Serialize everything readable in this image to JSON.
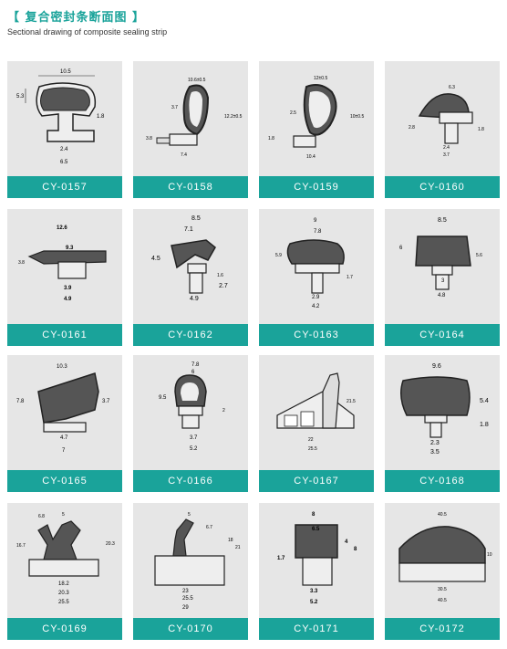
{
  "header": {
    "title": "【 复合密封条断面图 】",
    "subtitle": "Sectional drawing of composite sealing strip"
  },
  "products": [
    {
      "code": "CY-0157",
      "dims": [
        "10.5",
        "5.3",
        "1.8",
        "2.4",
        "6.5"
      ]
    },
    {
      "code": "CY-0158",
      "dims": [
        "10.6±0.5",
        "3.7",
        "12.2±0.5",
        "7.4",
        "3.8"
      ]
    },
    {
      "code": "CY-0159",
      "dims": [
        "12±0.5",
        "10±0.5",
        "2.5",
        "1.8",
        "10.4"
      ]
    },
    {
      "code": "CY-0160",
      "dims": [
        "6.3",
        "2.8",
        "3.7",
        "2.4",
        "1.8"
      ]
    },
    {
      "code": "CY-0161",
      "dims": [
        "12.6",
        "9.3",
        "3.8",
        "3.9",
        "4.9"
      ]
    },
    {
      "code": "CY-0162",
      "dims": [
        "8.5",
        "7.1",
        "4.5",
        "2.7",
        "4.9",
        "1.6"
      ]
    },
    {
      "code": "CY-0163",
      "dims": [
        "9",
        "7.8",
        "5.9",
        "1.7",
        "2.9",
        "4.2"
      ]
    },
    {
      "code": "CY-0164",
      "dims": [
        "8.5",
        "6",
        "5.6",
        "3",
        "4.8"
      ]
    },
    {
      "code": "CY-0165",
      "dims": [
        "10.3",
        "7.8",
        "3.7",
        "4.7",
        "7"
      ]
    },
    {
      "code": "CY-0166",
      "dims": [
        "7.8",
        "6",
        "9.5",
        "2",
        "3.7",
        "5.2"
      ]
    },
    {
      "code": "CY-0167",
      "dims": [
        "21.5",
        "22",
        "25.5"
      ]
    },
    {
      "code": "CY-0168",
      "dims": [
        "9.6",
        "5.4",
        "1.8",
        "2.3",
        "3.5"
      ]
    },
    {
      "code": "CY-0169",
      "dims": [
        "6.8",
        "5",
        "16.7",
        "20.3",
        "18.2",
        "20.3",
        "25.5"
      ]
    },
    {
      "code": "CY-0170",
      "dims": [
        "5",
        "6.7",
        "18",
        "21",
        "23",
        "25.5",
        "29"
      ]
    },
    {
      "code": "CY-0171",
      "dims": [
        "8",
        "6.5",
        "4",
        "8",
        "1.7",
        "3.3",
        "5.2"
      ]
    },
    {
      "code": "CY-0172",
      "dims": [
        "40.5",
        "10",
        "30.5",
        "40.5"
      ]
    }
  ]
}
